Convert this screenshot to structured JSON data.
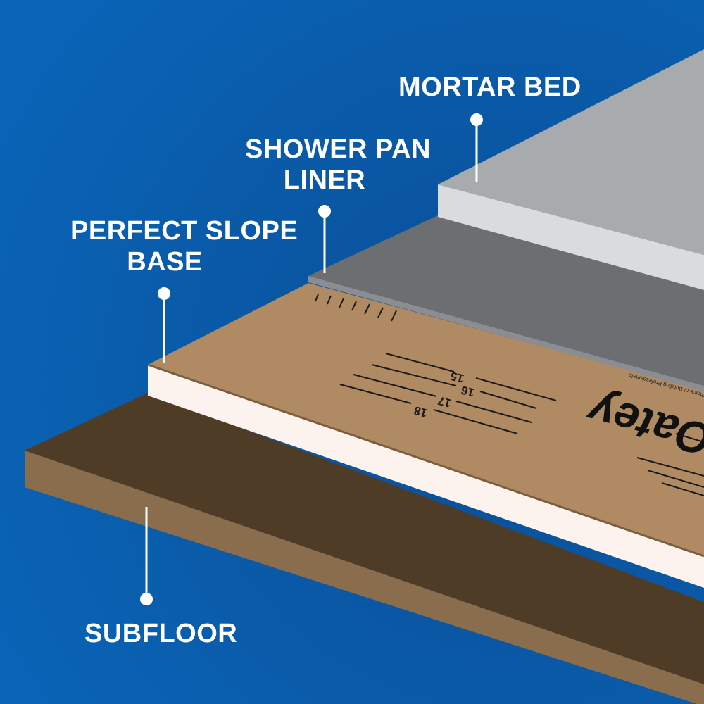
{
  "labels": {
    "mortar_bed": "MORTAR BED",
    "shower_pan_liner": [
      "SHOWER PAN",
      "LINER"
    ],
    "perfect_slope_base": [
      "PERFECT SLOPE",
      "BASE"
    ],
    "subfloor": "SUBFLOOR"
  },
  "ruler_marks": [
    "15",
    "16",
    "17",
    "18"
  ],
  "brand": {
    "logo_text": "Oatey",
    "tagline": "Choice of Building Professionals"
  },
  "colors": {
    "background": "#0a5aa8",
    "mortar_top": "#a8abae",
    "mortar_edge": "#d9dbdd",
    "liner_top": "#6d6e71",
    "base_top": "#b08a62",
    "foam_edge": "#fdf3ee",
    "subfloor_top": "#4f3c27",
    "subfloor_edge": "#8a6d4d",
    "leader": "#ffffff"
  }
}
